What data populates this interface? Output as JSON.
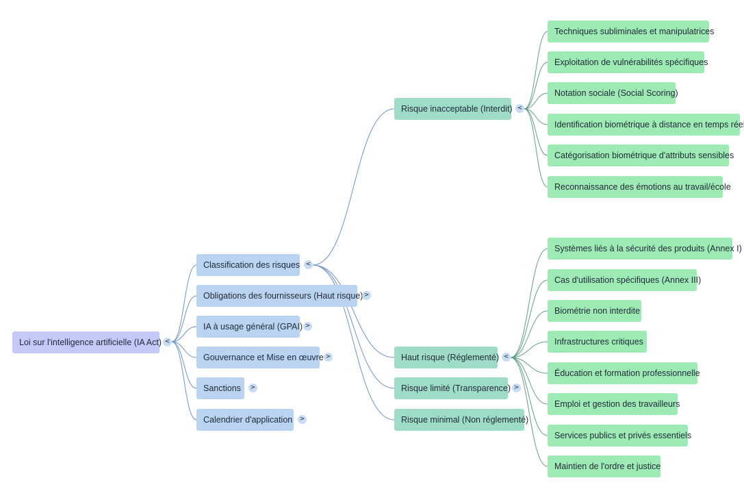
{
  "root": {
    "label": "Loi sur l'intelligence artificielle (IA Act)",
    "toggle": "<"
  },
  "level1": [
    {
      "label": "Classification des risques",
      "toggle": "<"
    },
    {
      "label": "Obligations des fournisseurs (Haut risque)",
      "toggle": ">"
    },
    {
      "label": "IA à usage général (GPAI)",
      "toggle": ">"
    },
    {
      "label": "Gouvernance et Mise en œuvre",
      "toggle": ">"
    },
    {
      "label": "Sanctions",
      "toggle": ">"
    },
    {
      "label": "Calendrier d'application",
      "toggle": ">"
    }
  ],
  "risk_levels": [
    {
      "label": "Risque inacceptable (Interdit)",
      "toggle": "<"
    },
    {
      "label": "Haut risque (Réglementé)",
      "toggle": "<"
    },
    {
      "label": "Risque limité (Transparence)",
      "toggle": ">"
    },
    {
      "label": "Risque minimal (Non réglementé)",
      "toggle": ""
    }
  ],
  "prohibited": [
    "Techniques subliminales et manipulatrices",
    "Exploitation de vulnérabilités spécifiques",
    "Notation sociale (Social Scoring)",
    "Identification biométrique à distance en temps réel",
    "Catégorisation biométrique d'attributs sensibles",
    "Reconnaissance des émotions au travail/école"
  ],
  "high_risk": [
    "Systèmes liés à la sécurité des produits (Annex I)",
    "Cas d'utilisation spécifiques (Annex III)",
    "Biométrie non interdite",
    "Infrastructures critiques",
    "Éducation et formation professionnelle",
    "Emploi et gestion des travailleurs",
    "Services publics et privés essentiels",
    "Maintien de l'ordre et justice"
  ],
  "colors": {
    "root": "#c5c9f7",
    "level1": "#b9d3f0",
    "level2": "#9fdcc8",
    "level3": "#9deab5",
    "link_blue": "#6f93c7",
    "link_green": "#5f9e83"
  }
}
